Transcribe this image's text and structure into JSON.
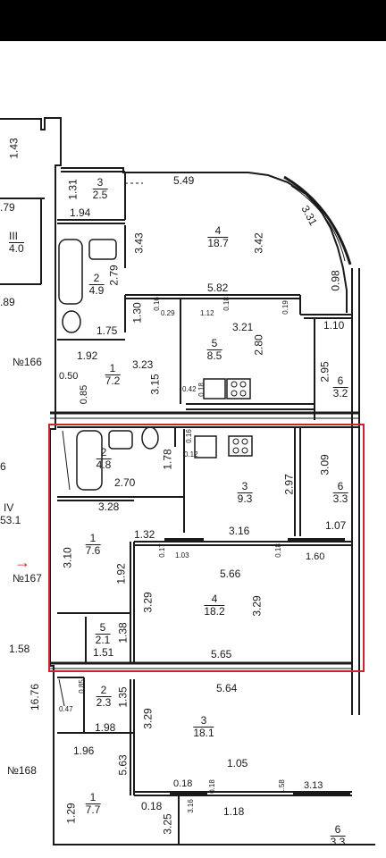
{
  "colors": {
    "highlight": "#c8262b",
    "wall": "#1a1a1a",
    "topbar": "#000000"
  },
  "apartments": [
    {
      "name": "№166"
    },
    {
      "name": "№167"
    },
    {
      "name": "№168"
    }
  ],
  "rooms": [
    {
      "num": "3",
      "area": "2.5"
    },
    {
      "num": "4",
      "area": "18.7"
    },
    {
      "num": "III",
      "area": "4.0"
    },
    {
      "num": "2",
      "area": "4.9"
    },
    {
      "num": "5",
      "area": "8.5"
    },
    {
      "num": "1",
      "area": "7.2"
    },
    {
      "num": "6",
      "area": "3.2"
    },
    {
      "num": "2",
      "area": "4.8"
    },
    {
      "num": "3",
      "area": "9.3"
    },
    {
      "num": "6",
      "area": "3.3"
    },
    {
      "num": "1",
      "area": "7.6"
    },
    {
      "num": "4",
      "area": "18.2"
    },
    {
      "num": "5",
      "area": "2.1"
    },
    {
      "num": "2",
      "area": "2.3"
    },
    {
      "num": "3",
      "area": "18.1"
    },
    {
      "num": "1",
      "area": "7.7"
    },
    {
      "num": "6",
      "area": "3.3"
    }
  ],
  "partial_labels": {
    "iv": "IV",
    "iv_area": "53.1",
    "left_6": "6"
  },
  "dimensions": [
    "1.43",
    "1.31",
    "5.49",
    "3.31",
    ".79",
    "1.94",
    "3.43",
    "3.42",
    "2.79",
    "0.98",
    ".89",
    "5.82",
    "1.30",
    "0.16",
    "0.18",
    "0.19",
    "0.29",
    "1.12",
    "3.21",
    "1.10",
    "1.75",
    "2.80",
    "1.92",
    "3.23",
    "2.95",
    "0.50",
    "3.15",
    "0.85",
    "0.42",
    "0.18",
    "1.78",
    "0.12",
    "0.16",
    "2.97",
    "3.09",
    "2.70",
    "3.28",
    "1.07",
    "1.32",
    "3.16",
    "3.10",
    "0.17",
    "1.03",
    "0.18",
    "1.60",
    "5.66",
    "1.92",
    "3.29",
    "3.29",
    "1.38",
    "1.58",
    "1.51",
    "5.65",
    "5.64",
    "16.76",
    "0.85",
    "1.35",
    "0.47",
    "3.29",
    "1.98",
    "1.96",
    "5.63",
    "1.05",
    "0.18",
    "0.18",
    "1.58",
    "3.13",
    "1.29",
    "0.18",
    "3.16",
    "1.18",
    "3.25"
  ]
}
